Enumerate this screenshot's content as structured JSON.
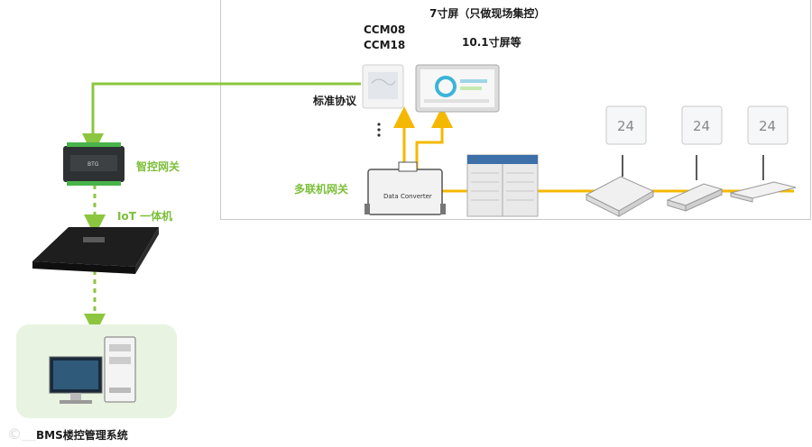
{
  "labels": {
    "screen7": "7寸屏（只做现场集控）",
    "ccm08": "CCM08",
    "ccm18": "CCM18",
    "screen10": "10.1寸屏等",
    "std_protocol": "标准协议",
    "smart_gateway": "智控网关",
    "iot": "IoT 一体机",
    "vrf_gateway": "多联机网关",
    "bms": "BMS楼控管理系统",
    "converter_text": "Data Converter",
    "thermostat_reading": "24",
    "watermark": "©＿"
  },
  "colors": {
    "green_line": "#8cc63f",
    "orange_line": "#f5b800",
    "green_text": "#7cbf3a",
    "bms_bg": "#e8f3e1"
  }
}
